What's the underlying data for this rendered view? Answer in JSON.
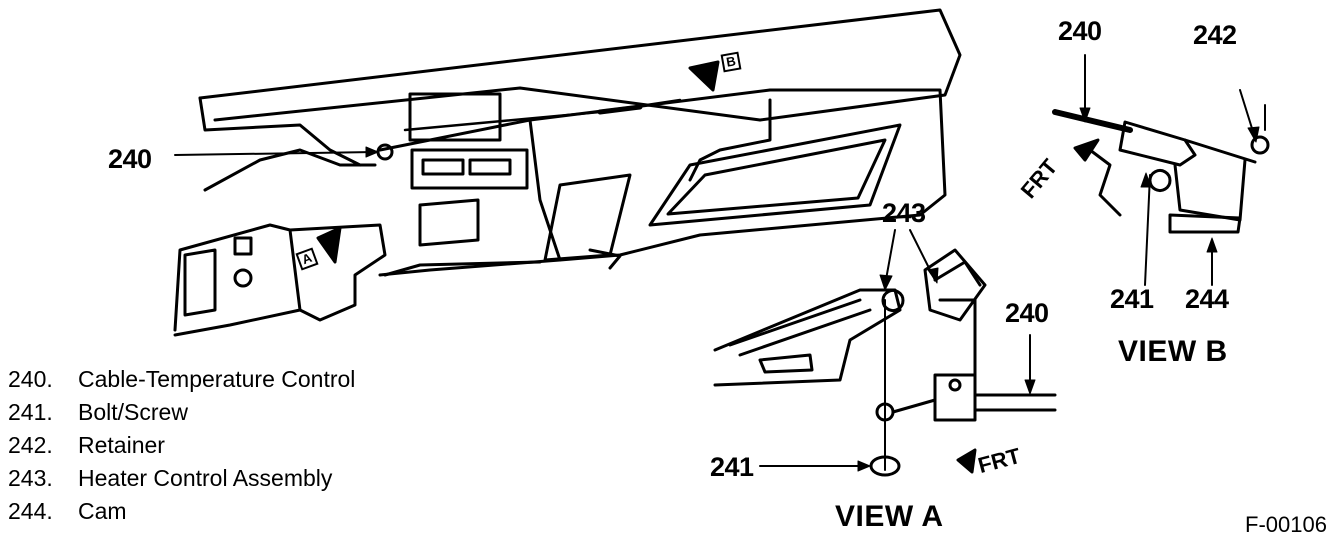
{
  "callouts": {
    "c240_main": "240",
    "c240_viewb": "240",
    "c242": "242",
    "c243": "243",
    "c240_viewa": "240",
    "c241_viewb": "241",
    "c244": "244",
    "c241_viewa": "241"
  },
  "views": {
    "view_a": "VIEW A",
    "view_b": "VIEW B",
    "box_a": "A",
    "box_b": "B"
  },
  "frt": {
    "viewa": "FRT",
    "viewb": "FRT"
  },
  "legend": [
    {
      "num": "240.",
      "name": "Cable-Temperature Control"
    },
    {
      "num": "241.",
      "name": "Bolt/Screw"
    },
    {
      "num": "242.",
      "name": "Retainer"
    },
    {
      "num": "243.",
      "name": "Heater Control Assembly"
    },
    {
      "num": "244.",
      "name": "Cam"
    }
  ],
  "figure_code": "F-00106"
}
